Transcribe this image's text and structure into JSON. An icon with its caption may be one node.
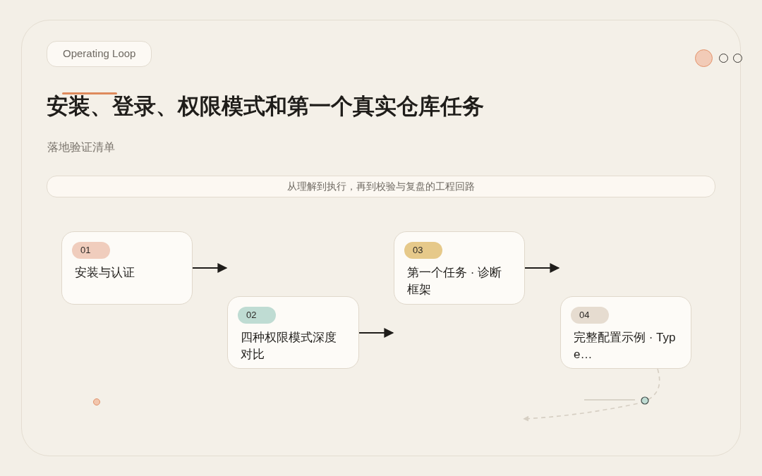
{
  "diagram": {
    "title": "安装、登录、权限模式和第一个真实仓库任务",
    "nodes": [
      {
        "text": [
          "Operating Loop"
        ]
      },
      {
        "text": [
          "从理解到执行，再到校验与复盘的工程回路"
        ]
      },
      {
        "text": [
          "01",
          "安装与认证"
        ]
      },
      {
        "text": [
          "02",
          "四种权限模式深度对比"
        ]
      },
      {
        "text": [
          "03",
          "第一个任务 · 诊断框架"
        ]
      },
      {
        "text": [
          "04",
          "完整配置示例 · Type…"
        ]
      }
    ],
    "edges": [
      {
        "from": 2,
        "to": null,
        "arrow": "to"
      },
      {
        "from": 3,
        "to": null,
        "arrow": "to"
      },
      {
        "from": 4,
        "to": null,
        "arrow": "to"
      },
      {
        "from": 5,
        "to": null,
        "arrow": "to",
        "style": "dashed",
        "color": "#d6cfc3"
      }
    ],
    "labels": [
      "落地验证清单"
    ]
  }
}
